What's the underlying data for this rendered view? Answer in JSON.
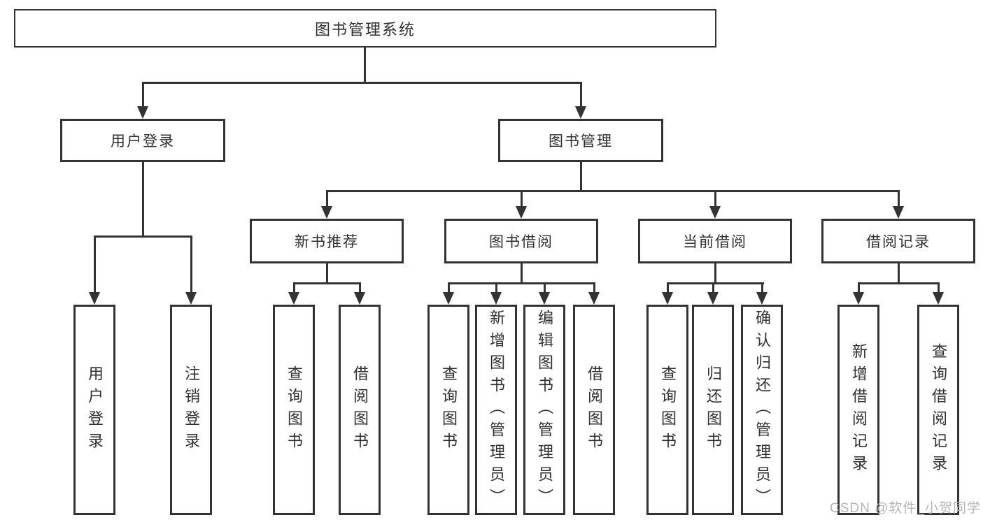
{
  "diagram": {
    "root": {
      "label": "图书管理系统"
    },
    "level1": [
      {
        "label": "用户登录"
      },
      {
        "label": "图书管理"
      }
    ],
    "level2": [
      {
        "label": "新书推荐"
      },
      {
        "label": "图书借阅"
      },
      {
        "label": "当前借阅"
      },
      {
        "label": "借阅记录"
      }
    ],
    "leaves": [
      {
        "label": "用户登录"
      },
      {
        "label": "注销登录"
      },
      {
        "label": "查询图书"
      },
      {
        "label": "借阅图书"
      },
      {
        "label": "查询图书"
      },
      {
        "label": "新增图书（管理员）"
      },
      {
        "label": "编辑图书（管理员）"
      },
      {
        "label": "借阅图书"
      },
      {
        "label": "查询图书"
      },
      {
        "label": "归还图书"
      },
      {
        "label": "确认归还（管理员）"
      },
      {
        "label": "新增借阅记录"
      },
      {
        "label": "查询借阅记录"
      }
    ]
  },
  "watermark": {
    "text": "CSDN @软件_小贺同学"
  },
  "colors": {
    "line": "#333333",
    "border": "#333333",
    "text": "#2f2f2f",
    "watermark": "#b6b6b6",
    "background": "#ffffff"
  }
}
